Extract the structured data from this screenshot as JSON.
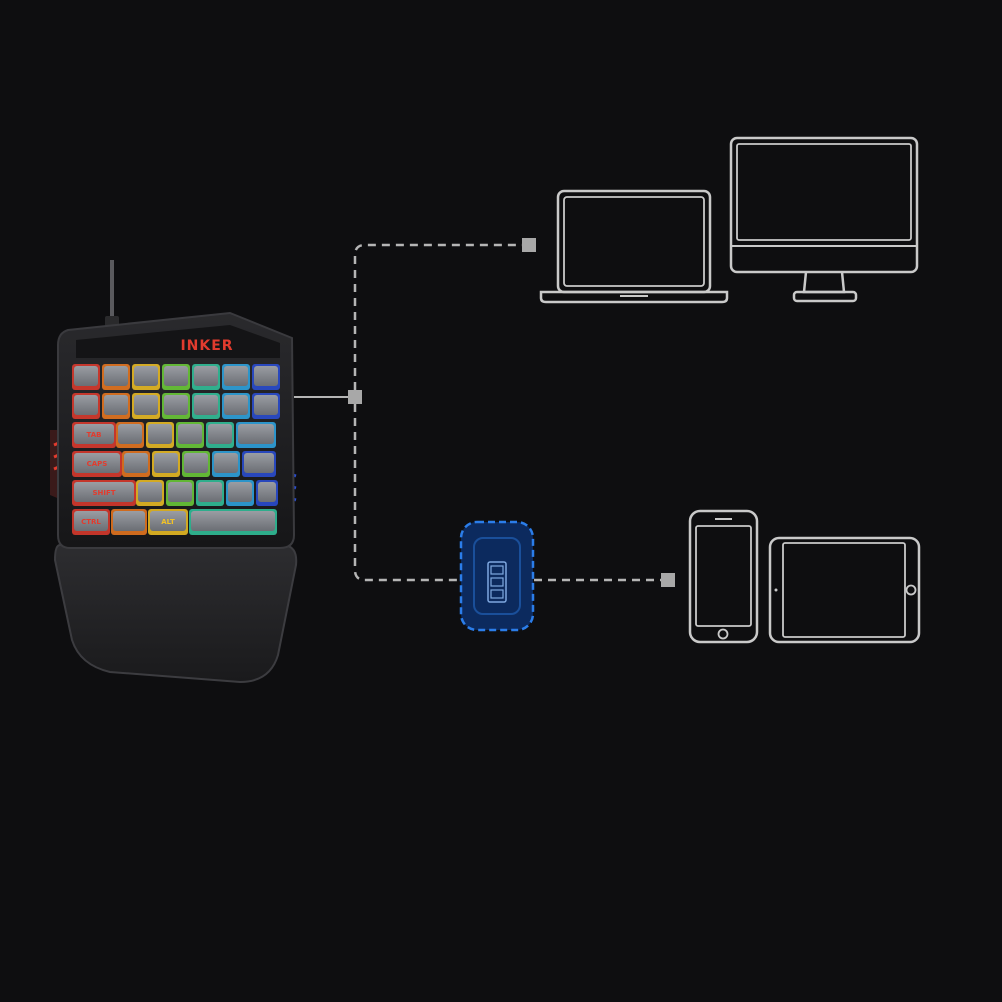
{
  "keyboard": {
    "brand": "INKER",
    "key_labels": {
      "tab": "TAB",
      "caps": "CAPS",
      "shift": "SHIFT",
      "ctrl": "CTRL",
      "alt": "ALT"
    }
  },
  "colors": {
    "background": "#0e0e10",
    "line_art": "#c9c9c9",
    "connector": "#b5b5b5",
    "adapter_blue": "#1d63c9",
    "brand_red": "#e23b2e"
  },
  "icons": {
    "laptop": "laptop-icon",
    "monitor": "monitor-icon",
    "phone": "phone-icon",
    "tablet": "tablet-icon",
    "adapter": "usb-adapter-icon"
  }
}
